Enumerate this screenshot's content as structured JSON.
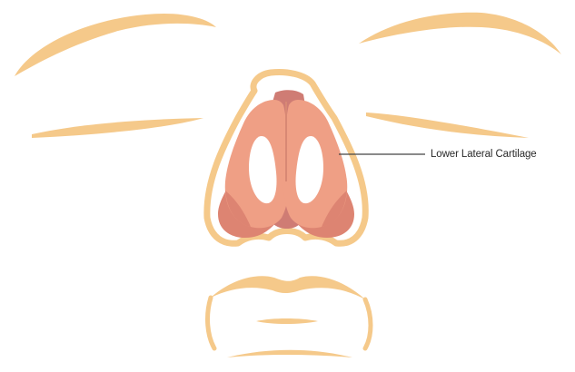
{
  "callout": {
    "label": "Lower Lateral Cartilage"
  },
  "colors": {
    "face_outline": "#f5c98a",
    "cartilage_fill": "#ef9f85",
    "cartilage_dark": "#dd8472",
    "septum": "#cf7c74",
    "leader_line": "#444444"
  },
  "icons": [
    "face-outline-illustration",
    "nose-illustration"
  ]
}
